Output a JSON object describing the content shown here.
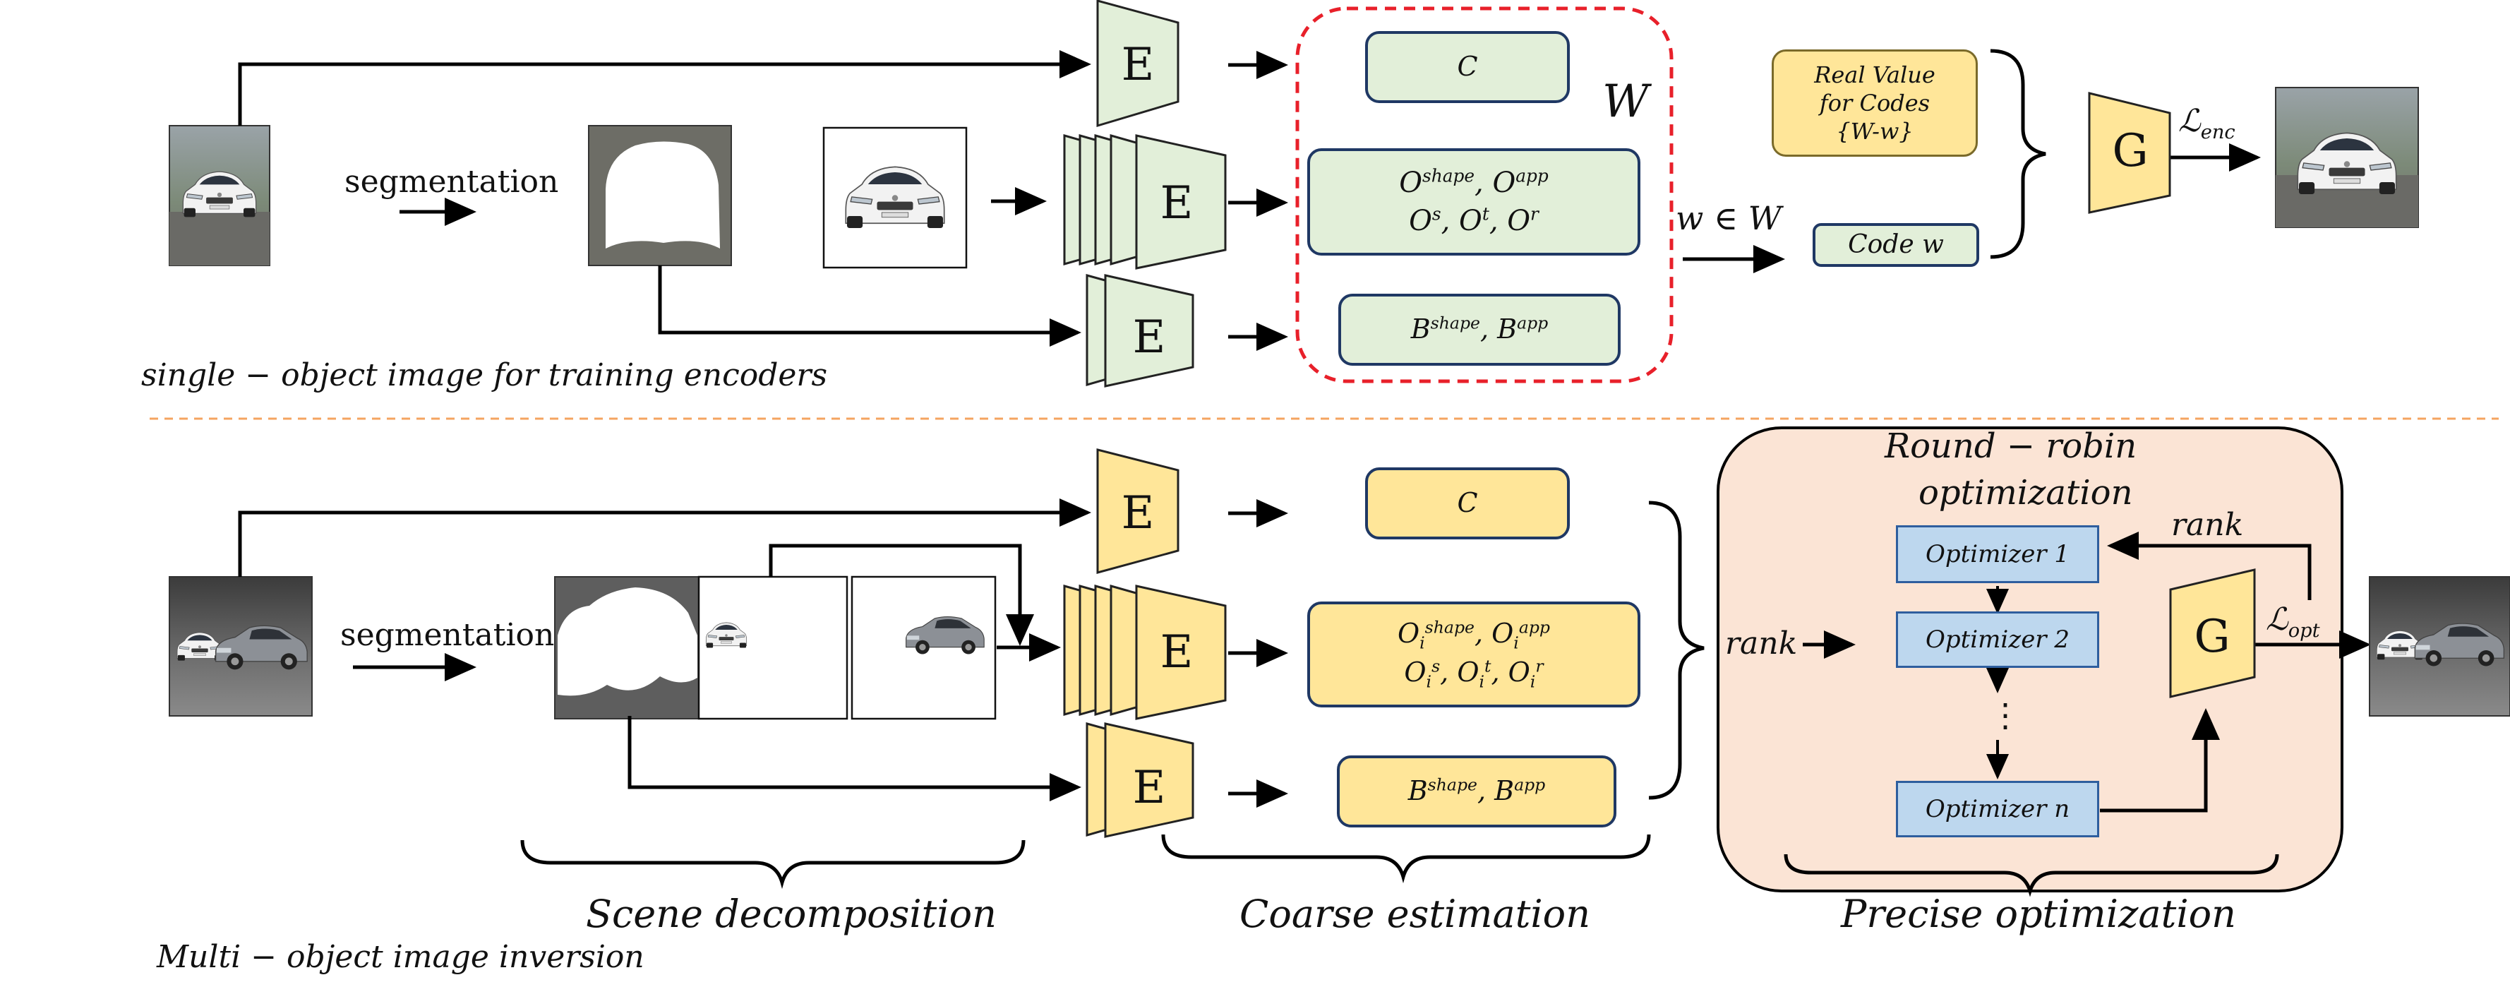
{
  "top": {
    "segmentation": "segmentation",
    "encoder": "E",
    "code_c": "C",
    "code_o_line1": "Oshape, Oapp",
    "code_o_line2": "Os, Ot, Or",
    "code_b": "Bshape, Bapp",
    "W_label": "W",
    "membership": "w ∈ W",
    "real_value_line1": "Real Value",
    "real_value_line2": "for Codes",
    "real_value_line3": "{W-w}",
    "code_w": "Code w",
    "generator": "G",
    "loss": "Lenc",
    "caption": "single − object image for training encoders"
  },
  "bottom": {
    "segmentation": "segmentation",
    "encoder": "E",
    "code_c": "C",
    "code_o_line1": "Oishape, Oiapp",
    "code_o_line2": "Ois, Oit, Oir",
    "code_b": "Bshape, Bapp",
    "rr_title_line1": "Round − robin",
    "rr_title_line2": "optimization",
    "rank_top": "rank",
    "rank_left": "rank",
    "optimizer_1": "Optimizer 1",
    "optimizer_2": "Optimizer 2",
    "optimizer_n": "Optimizer n",
    "ellipsis": "⋮",
    "generator": "G",
    "loss": "Lopt",
    "stage_1": "Scene decomposition",
    "stage_2": "Coarse estimation",
    "stage_3": "Precise optimization",
    "caption": "Multi − object image inversion"
  },
  "colors": {
    "green_fill": "#e2efd9",
    "yellow_fill": "#ffe699",
    "box_border": "#1f3864",
    "dashed_red": "#e8202a",
    "divider_orange": "#f4a460",
    "peach_panel": "#fbe4d5",
    "optimizer_fill": "#bdd7ee"
  },
  "icons": [
    "car-photo-icon",
    "mask-icon",
    "encoder-trapezoid-icon",
    "generator-trapezoid-icon"
  ]
}
